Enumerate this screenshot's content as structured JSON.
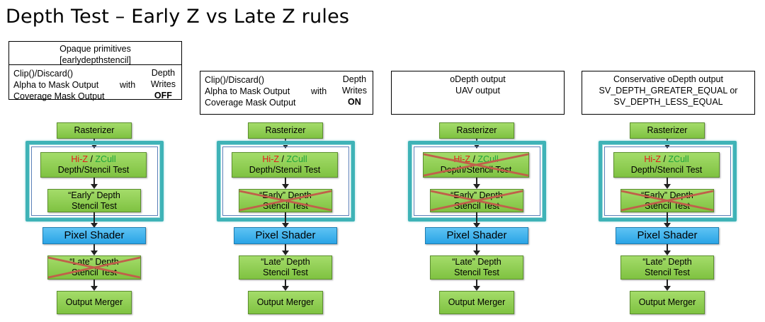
{
  "title": "Depth Test – Early Z vs Late Z rules",
  "columns": [
    {
      "header": {
        "top_line1": "Opaque primitives",
        "top_line2": "[earlydepthstencil]",
        "rules": [
          "Clip()/Discard()",
          "Alpha to Mask Output",
          "Coverage Mask Output"
        ],
        "with_label": "with",
        "depth_label": "Depth",
        "writes_label": "Writes",
        "state": "OFF"
      },
      "crossed": {
        "hiz": false,
        "early": false,
        "late": true
      }
    },
    {
      "header": {
        "rules": [
          "Clip()/Discard()",
          "Alpha to Mask Output",
          "Coverage Mask Output"
        ],
        "with_label": "with",
        "depth_label": "Depth",
        "writes_label": "Writes",
        "state": "ON"
      },
      "crossed": {
        "hiz": false,
        "early": true,
        "late": false
      }
    },
    {
      "header": {
        "lines": [
          "oDepth output",
          "UAV output"
        ]
      },
      "crossed": {
        "hiz": true,
        "early": true,
        "late": false
      }
    },
    {
      "header": {
        "lines": [
          "Conservative oDepth output",
          "SV_DEPTH_GREATER_EQUAL or",
          "SV_DEPTH_LESS_EQUAL"
        ]
      },
      "crossed": {
        "hiz": false,
        "early": true,
        "late": false
      }
    }
  ],
  "stages": {
    "rasterizer": "Rasterizer",
    "hiz_red": "Hi-Z",
    "hiz_sep": " / ",
    "hiz_green": "ZCull",
    "depth_stencil": "Depth/Stencil Test",
    "early_line1": "“Early” Depth",
    "early_line2": "Stencil Test",
    "pixel_shader": "Pixel Shader",
    "late_line1": "“Late” Depth",
    "late_line2": "Stencil Test",
    "output_merger": "Output Merger"
  },
  "colors": {
    "stage_green": "#7fc241",
    "pixel_shader_blue": "#2aa4e6",
    "group_border": "#3fb3b7",
    "cross": "#c0604a"
  }
}
